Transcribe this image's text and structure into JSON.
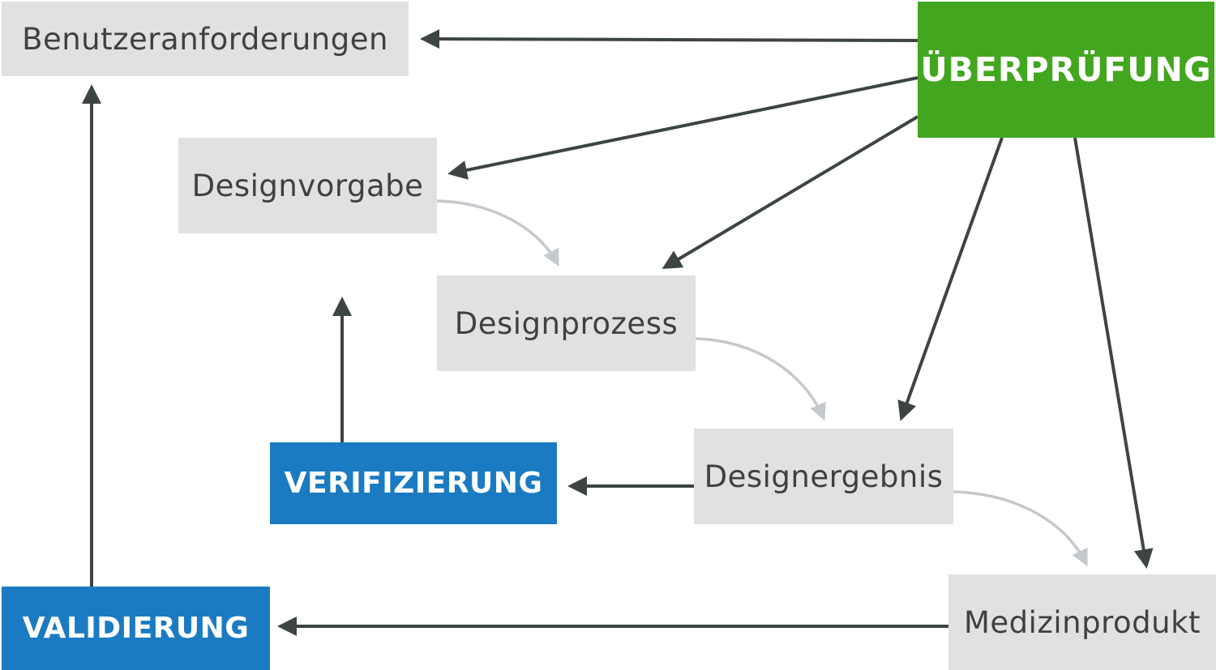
{
  "nodes": {
    "benutzeranforderungen": "Benutzeranforderungen",
    "ueberpruefung": "ÜBERPRÜFUNG",
    "designvorgabe": "Designvorgabe",
    "designprozess": "Designprozess",
    "designergebnis": "Designergebnis",
    "verifizierung": "VERIFIZIERUNG",
    "medizinprodukt": "Medizinprodukt",
    "validierung": "VALIDIERUNG"
  },
  "colors": {
    "green": "#43a61f",
    "blue": "#1a7bc2",
    "box_gray": "#e1e1e3",
    "text_dark": "#3e4041",
    "arrow_dark": "#3d4544",
    "arrow_light": "#c5c8cd"
  }
}
